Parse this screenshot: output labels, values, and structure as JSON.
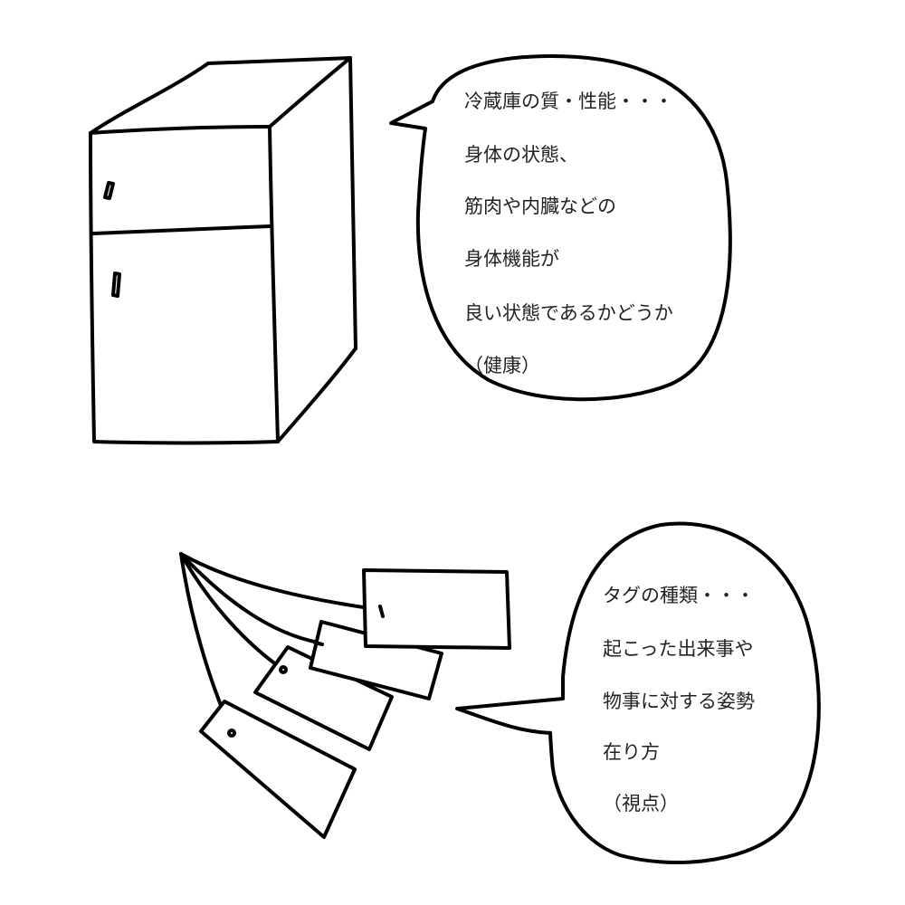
{
  "fridge_bubble": {
    "lines": [
      "冷蔵庫の質・性能・・・",
      "身体の状態、",
      "筋肉や内臓などの",
      "身体機能が",
      "良い状態であるかどうか",
      "（健康）"
    ]
  },
  "tags_bubble": {
    "lines": [
      "タグの種類・・・",
      "起こった出来事や",
      "物事に対する姿勢",
      "在り方",
      "（視点）"
    ]
  }
}
